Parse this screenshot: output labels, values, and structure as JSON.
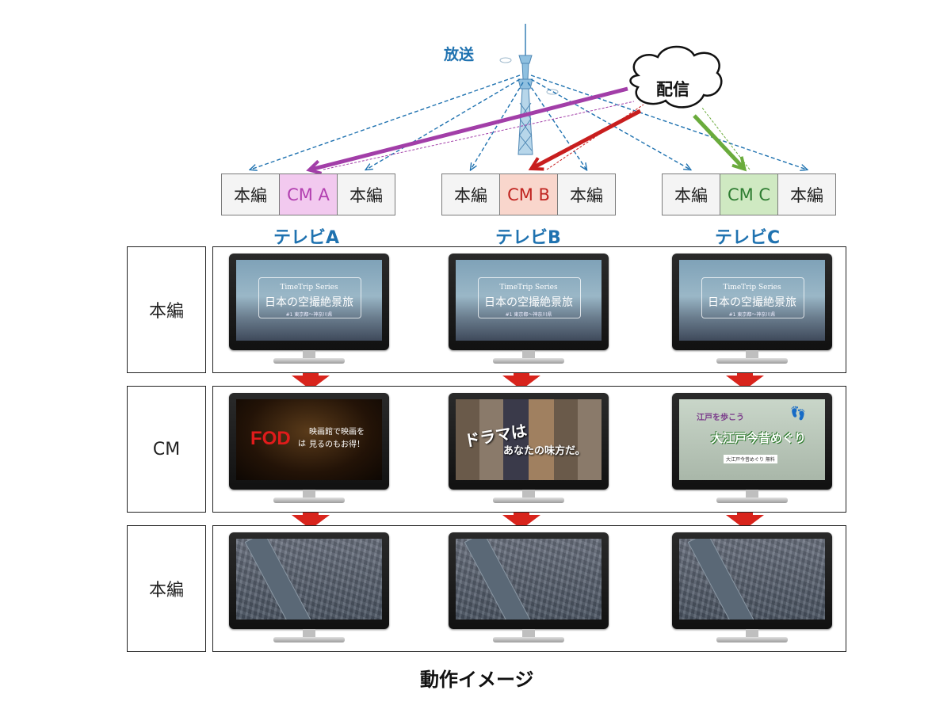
{
  "diagram": {
    "broadcast_label": "放送",
    "streaming_label": "配信",
    "caption": "動作イメージ",
    "tvs": [
      {
        "label": "テレビA",
        "segments": [
          "本編",
          "CM A",
          "本編"
        ],
        "cm_color": "#f2c9ef",
        "cm_text_color": "#b23fb0",
        "arrow_color": "#a23ea8"
      },
      {
        "label": "テレビB",
        "segments": [
          "本編",
          "CM B",
          "本編"
        ],
        "cm_color": "#f9d6cc",
        "cm_text_color": "#c02420",
        "arrow_color": "#c81e1e"
      },
      {
        "label": "テレビC",
        "segments": [
          "本編",
          "CM C",
          "本編"
        ],
        "cm_color": "#cfe9c2",
        "cm_text_color": "#2e7d32",
        "arrow_color": "#6aab3c"
      }
    ],
    "rows": [
      {
        "label": "本編",
        "screens": [
          "intro",
          "intro",
          "intro"
        ]
      },
      {
        "label": "CM",
        "screens": [
          "fod",
          "drama",
          "edo"
        ]
      },
      {
        "label": "本編",
        "screens": [
          "city",
          "city",
          "city"
        ]
      }
    ],
    "screen_text": {
      "intro": {
        "line1": "TimeTrip Series",
        "line2": "日本の空撮絶景旅",
        "line3": "#1 東京都～神奈川県"
      },
      "fod": {
        "logo": "FOD",
        "logo_suffix": "は",
        "copy1": "映画館で映画を",
        "copy2": "見るのもお得！"
      },
      "drama": {
        "title": "ドラマは",
        "title2": "あなたの味方だ。"
      },
      "edo": {
        "sub": "江戸を歩こう",
        "title": "大江戸今昔めぐり",
        "small": "大江戸今昔めぐり 無料"
      }
    },
    "colors": {
      "broadcast_blue": "#1f72b0",
      "down_arrow_red": "#d8241c",
      "tower": "#6aa0c8"
    }
  }
}
